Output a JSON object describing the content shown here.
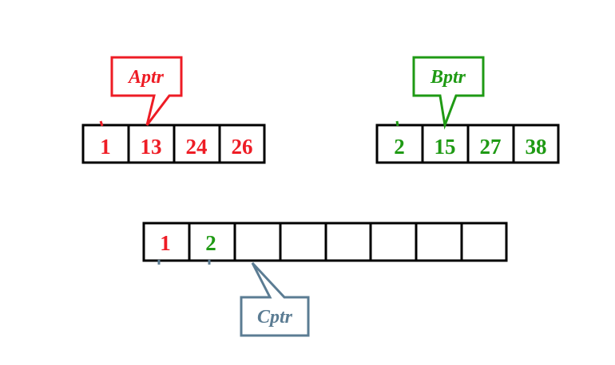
{
  "colors": {
    "a": "#ee1c25",
    "b": "#1f9a14",
    "c": "#5b7c93",
    "cell_border": "#000000"
  },
  "arrays": {
    "a": {
      "values": [
        "1",
        "13",
        "24",
        "26"
      ]
    },
    "b": {
      "values": [
        "2",
        "15",
        "27",
        "38"
      ]
    },
    "c": {
      "values": [
        "1",
        "2",
        "",
        "",
        "",
        "",
        "",
        ""
      ]
    }
  },
  "pointers": {
    "a": {
      "label": "Aptr",
      "points_to_index": 1
    },
    "b": {
      "label": "Bptr",
      "points_to_index": 1
    },
    "c": {
      "label": "Cptr",
      "points_to_index": 2
    }
  }
}
